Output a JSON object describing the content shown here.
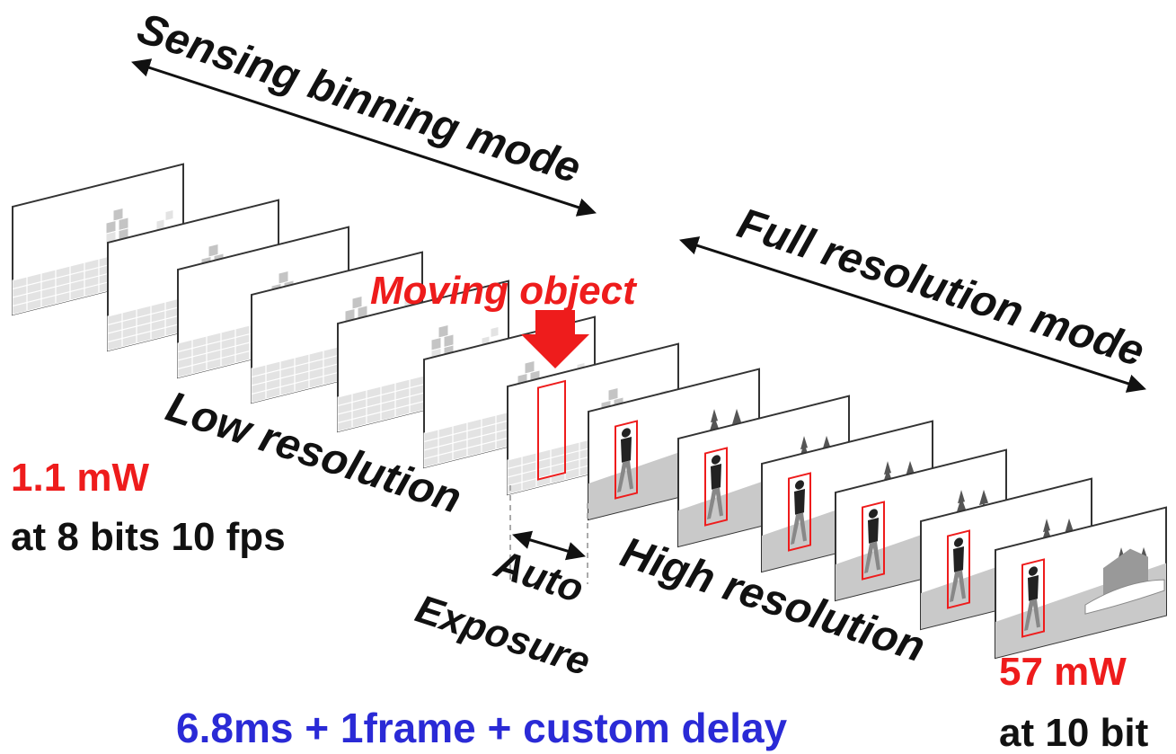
{
  "labels": {
    "sensing_binning_mode": "Sensing binning mode",
    "full_resolution_mode": "Full resolution mode",
    "moving_object": "Moving object",
    "low_resolution": "Low resolution",
    "high_resolution": "High resolution",
    "auto": "Auto",
    "exposure": "Exposure",
    "low_power": "1.1 mW",
    "low_power_condition": "at 8 bits 10 fps",
    "high_power": "57 mW",
    "high_power_condition": "at 10 bit",
    "delay": "6.8ms + 1frame + custom delay"
  },
  "colors": {
    "accent_red": "#ee1c1c",
    "accent_blue": "#2a2ad6",
    "text": "#111111"
  },
  "icons": {
    "arrows": "double-headed-arrow-icon",
    "moving_object_marker": "down-arrow-icon"
  }
}
